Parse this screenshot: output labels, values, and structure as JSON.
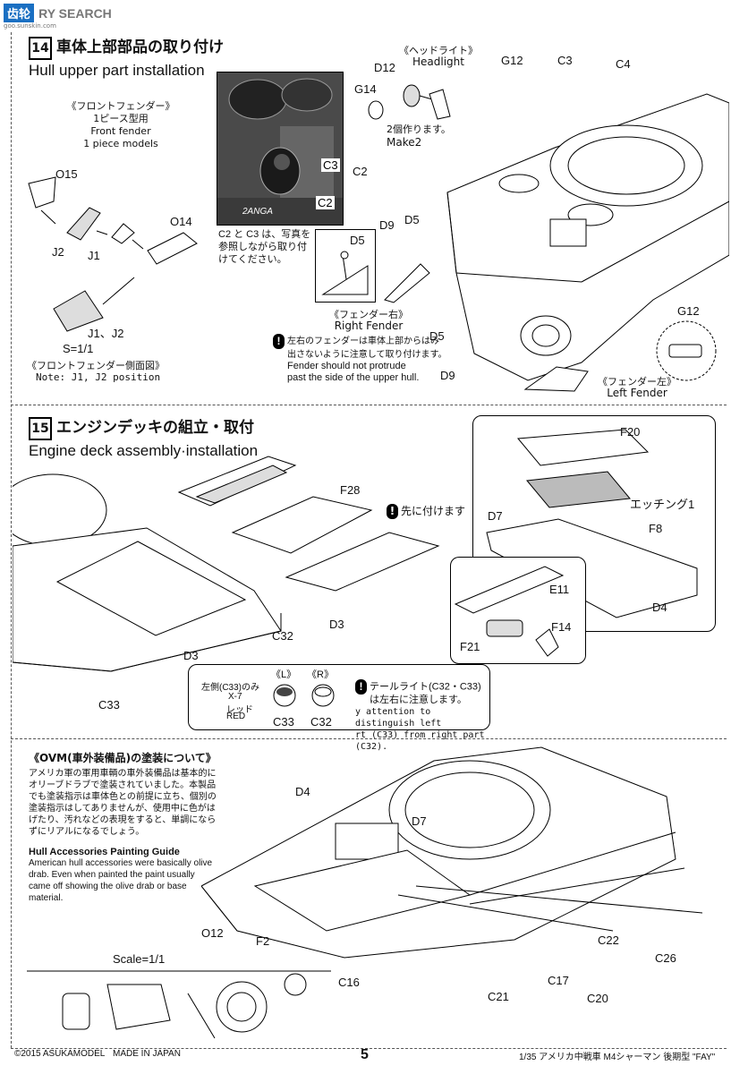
{
  "watermark": {
    "logo_text": "RY SEARCH",
    "sub_text": "goo.sunskin.com"
  },
  "step14": {
    "number": "14",
    "title_jp": "車体上部部品の取り付け",
    "title_en": "Hull upper part installation",
    "front_fender_jp": "《フロントフェンダー》",
    "front_fender_jp2": "1ピース型用",
    "front_fender_en1": "Front fender",
    "front_fender_en2": "1 piece models",
    "scale": "S=1/1",
    "side_view_jp": "《フロントフェンダー側面図》",
    "side_view_note": "Note: J1, J2 position",
    "headlight_jp": "《ヘッドライト》",
    "headlight_en": "Headlight",
    "make2_jp": "2個作ります。",
    "make2_en": "Make2",
    "photo_note": "C2 と C3 は、写真を参照しながら取り付けてください。",
    "photo_label_c3": "C3",
    "photo_label_c2": "C2",
    "photo_hull_code": "2ANGA",
    "right_fender_jp": "《フェンダー右》",
    "right_fender_en": "Right Fender",
    "left_fender_jp": "《フェンダー左》",
    "left_fender_en": "Left Fender",
    "warn_jp1": "左右のフェンダーは車体上部からはみ",
    "warn_jp2": "出さないように注意して取り付けます。",
    "warn_en1": "Fender should not protrude",
    "warn_en2": "past the side of the upper hull.",
    "labels": {
      "o15": "O15",
      "j2": "J2",
      "j1": "J1",
      "o14": "O14",
      "j1j2": "J1、J2",
      "d12": "D12",
      "g14": "G14",
      "g12a": "G12",
      "c3": "C3",
      "c4": "C4",
      "c2": "C2",
      "d9a": "D9",
      "d5a": "D5",
      "d5inset": "D5",
      "d5b": "D5",
      "d9b": "D9",
      "g12b": "G12"
    }
  },
  "step15": {
    "number": "15",
    "title_jp": "エンジンデッキの組立・取付",
    "title_en": "Engine deck assembly·installation",
    "first_jp": "先に付けます",
    "etching": "エッチング1",
    "labels": {
      "f20": "F20",
      "f28": "F28",
      "d7": "D7",
      "f8": "F8",
      "e11": "E11",
      "f14": "F14",
      "f21": "F21",
      "d4": "D4",
      "d3a": "D3",
      "d3b": "D3",
      "c32a": "C32",
      "c33a": "C33",
      "l": "《L》",
      "r": "《R》",
      "c33b": "C33",
      "c32b": "C32"
    },
    "left_only_jp": "左側(C33)のみ",
    "paint_x7": "X-7",
    "paint_red_jp": "レッド",
    "paint_red_en": "RED",
    "tail_jp1": "テールライト(C32・C33)",
    "tail_jp2": "は左右に注意します。",
    "tail_en1": "y attention  to  distinguish left",
    "tail_en2": "rt (C33) from right part (C32)."
  },
  "ovm": {
    "title_jp": "《OVM(車外装備品)の塗装について》",
    "body_jp": "アメリカ軍の軍用車輌の車外装備品は基本的にオリーブドラブで塗装されていました。本製品でも塗装指示は車体色との前提に立ち、個別の塗装指示はしてありませんが、使用中に色がはげたり、汚れなどの表現をすると、単調にならずにリアルになるでしょう。",
    "title_en": "Hull Accessories Painting Guide",
    "body_en": "American hull accessories were basically olive drab. Even when painted the paint usually came off showing the olive drab or base material.",
    "scale": "Scale=1/1",
    "labels": {
      "d4": "D4",
      "d7": "D7",
      "o12": "O12",
      "f2": "F2",
      "c16": "C16",
      "c22": "C22",
      "c26": "C26",
      "c21": "C21",
      "c17": "C17",
      "c20": "C20"
    }
  },
  "footer": {
    "copyright": "©2015 ASUKAMODEL",
    "made_in": "MADE IN JAPAN",
    "page": "5",
    "product": "1/35 アメリカ中戦車 M4シャーマン 後期型 \"FAY\""
  }
}
